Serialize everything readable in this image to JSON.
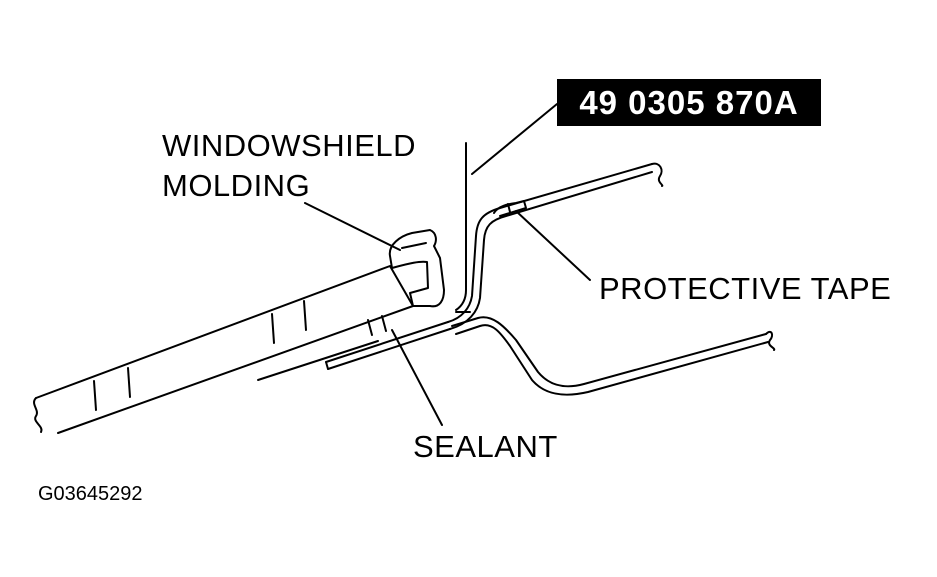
{
  "labels": {
    "part_number": "49 0305 870A",
    "molding_line1": "WINDOWSHIELD",
    "molding_line2": "MOLDING",
    "protective_tape": "PROTECTIVE TAPE",
    "sealant": "SEALANT",
    "figure_id": "G03645292"
  },
  "colors": {
    "ink": "#000000",
    "paper": "#ffffff"
  }
}
